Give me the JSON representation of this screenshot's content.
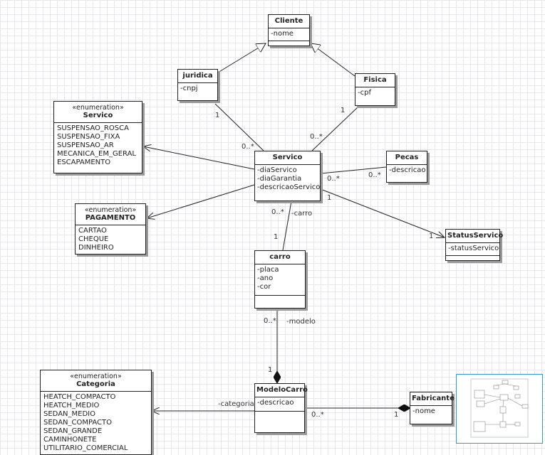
{
  "diagram": {
    "classes": {
      "cliente": {
        "title": "Cliente",
        "attributes": [
          "-nome"
        ]
      },
      "juridica": {
        "title": "juridica",
        "attributes": [
          "-cnpj"
        ]
      },
      "fisica": {
        "title": "Fisica",
        "attributes": [
          "-cpf"
        ]
      },
      "servico_enum": {
        "stereotype": "«enumeration»",
        "title": "Servico",
        "attributes": [
          "SUSPENSAO_ROSCA",
          "SUSPENSAO_FIXA",
          "SUSPENSAO_AR",
          "MECANICA_EM_GERAL",
          "ESCAPAMENTO"
        ]
      },
      "pagamento_enum": {
        "stereotype": "«enumeration»",
        "title": "PAGAMENTO",
        "attributes": [
          "CARTAO",
          "CHEQUE",
          "DINHEIRO"
        ]
      },
      "servico": {
        "title": "Servico",
        "attributes": [
          "-diaServico",
          "-diaGarantia",
          "-descricaoServico"
        ]
      },
      "pecas": {
        "title": "Pecas",
        "attributes": [
          "-descricao"
        ]
      },
      "status_servico": {
        "title": "StatusServico",
        "attributes": [
          "-statusServico"
        ]
      },
      "carro": {
        "title": "carro",
        "attributes": [
          "-placa",
          "-ano",
          "-cor"
        ]
      },
      "modelo_carro": {
        "title": "ModeloCarro",
        "attributes": [
          "-descricao"
        ]
      },
      "fabricante": {
        "title": "Fabricante",
        "attributes": [
          "-nome"
        ]
      },
      "categoria_enum": {
        "stereotype": "«enumeration»",
        "title": "Categoria",
        "attributes": [
          "HEATCH_COMPACTO",
          "HEATCH_MEDIO",
          "SEDAN_MEDIO",
          "SEDAN_COMPACTO",
          "SEDAN_GRANDE",
          "CAMINHONETE",
          "UTILITARIO_COMERCIAL"
        ]
      }
    },
    "labels": {
      "juridica_servico_a": "1",
      "juridica_servico_b": "0..*",
      "fisica_servico_a": "1",
      "fisica_servico_b": "0..*",
      "pecas_servico_a": "0..*",
      "pecas_servico_b": "0..*",
      "servico_status_a": "1",
      "servico_status_b": "1",
      "servico_carro_a": "0..*",
      "servico_carro_role": "-carro",
      "servico_carro_b": "1",
      "carro_modelo_a": "0..*",
      "carro_modelo_role": "-modelo",
      "carro_modelo_b": "1",
      "modelo_categoria_role": "-categoria",
      "modelo_fabricante_a": "0..*",
      "modelo_fabricante_b": "1"
    }
  },
  "colors": {
    "line": "#222222",
    "shadow": "#9a9a9a",
    "grid": "#e8e8ec",
    "thumb_border": "#3399cc"
  }
}
